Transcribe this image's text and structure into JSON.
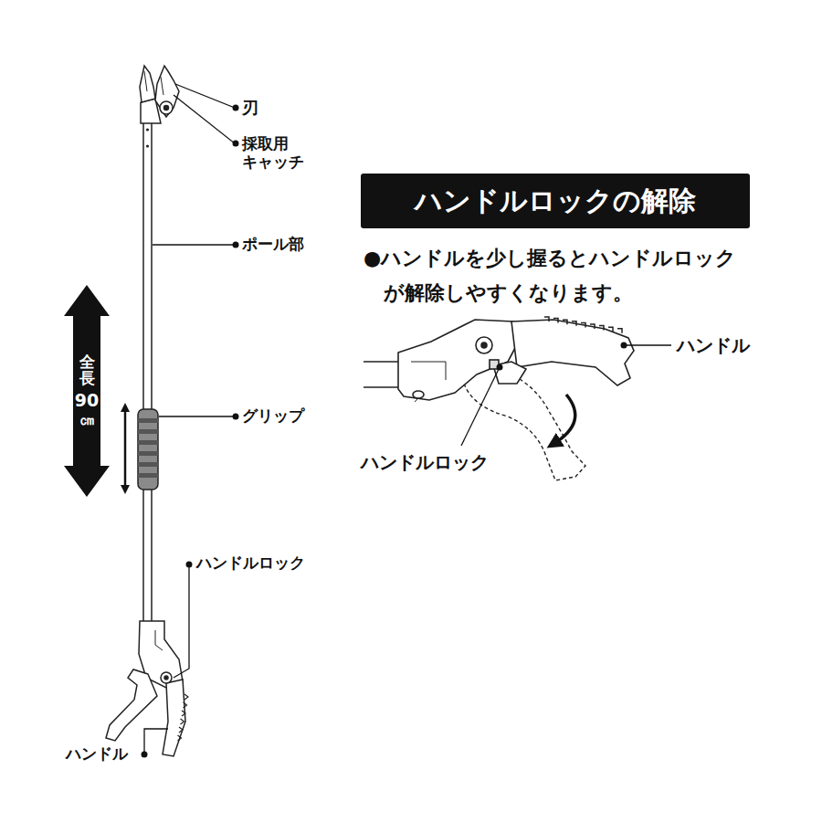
{
  "diagram": {
    "nodes": [
      {
        "text": [
          "全長",
          "90",
          "㎝"
        ]
      },
      {
        "text": [
          "ハンドルロックの解除"
        ]
      }
    ],
    "labels": [
      "刃",
      "採取用キャッチ",
      "ポール部",
      "グリップ",
      "ハンドルロック",
      "ハンドル",
      "●ハンドルを少し握るとハンドルロックが解除しやすくなります。",
      "ハンドル",
      "ハンドルロック"
    ]
  }
}
